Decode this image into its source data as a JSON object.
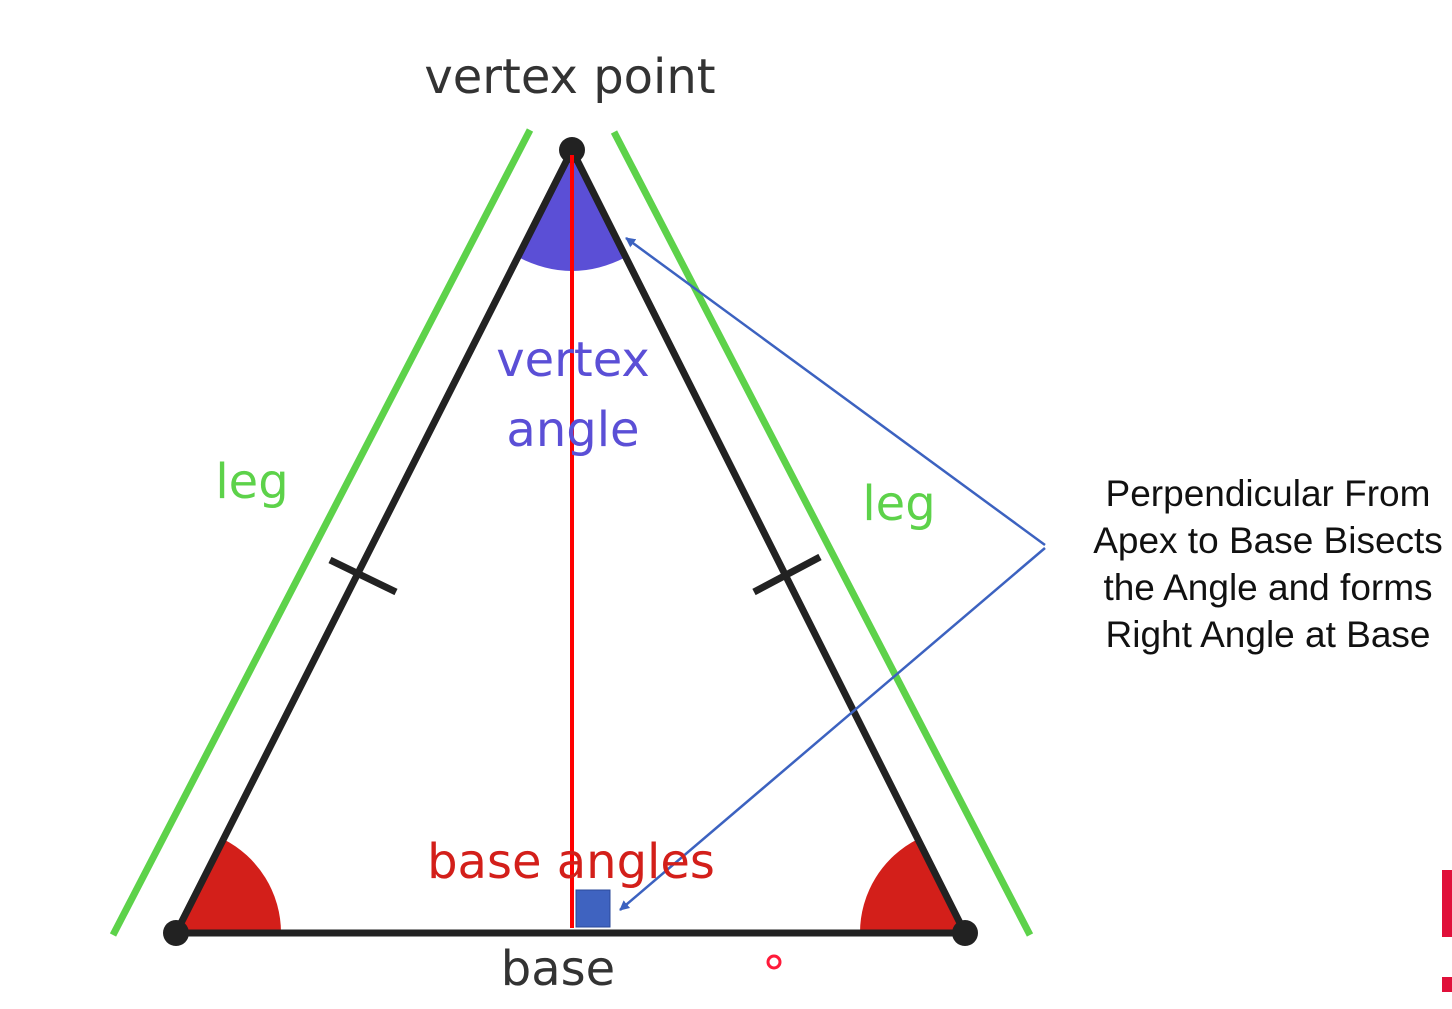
{
  "labels": {
    "vertex_point": "vertex point",
    "vertex_angle_line1": "vertex",
    "vertex_angle_line2": "angle",
    "leg_left": "leg",
    "leg_right": "leg",
    "base_angles": "base angles",
    "base": "base"
  },
  "annotation": {
    "lines": [
      "Perpendicular From",
      "Apex to Base Bisects",
      "the Angle and forms",
      "Right Angle at Base"
    ]
  },
  "colors": {
    "triangle": "#222222",
    "legs": "#5dd24a",
    "vertex_angle": "#5b4fd6",
    "base_angles": "#d31f1a",
    "perpendicular": "#ff0000",
    "arrows": "#3c62c0",
    "right_angle_marker": "#3f63c0"
  }
}
